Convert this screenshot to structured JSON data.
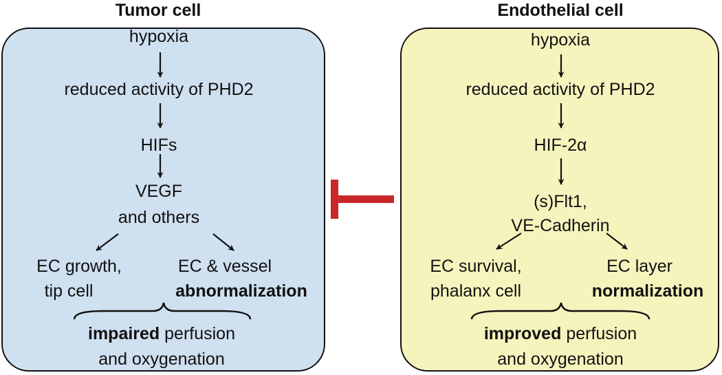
{
  "left": {
    "title": "Tumor cell",
    "color": "#cfe0f0",
    "step1": "hypoxia",
    "step2": "reduced activity of PHD2",
    "step3": "HIFs",
    "step4_line1": "VEGF",
    "step4_line2": "and others",
    "branch_left_line1": "EC growth,",
    "branch_left_line2": "tip cell",
    "branch_right_line1": "EC & vessel",
    "branch_right_line2": "abnormalization",
    "outcome_bold": "impaired",
    "outcome_rest": " perfusion",
    "outcome_line2": "and oxygenation"
  },
  "right": {
    "title": "Endothelial cell",
    "color": "#f6f4bd",
    "step1": "hypoxia",
    "step2": "reduced activity of PHD2",
    "step3": "HIF-2α",
    "step4_line1": "(s)Flt1,",
    "step4_line2": "VE-Cadherin",
    "branch_left_line1": "EC survival,",
    "branch_left_line2": "phalanx cell",
    "branch_right_line1": "EC layer",
    "branch_right_line2": "normalization",
    "outcome_bold": "improved",
    "outcome_rest": " perfusion",
    "outcome_line2": "and oxygenation"
  },
  "inhibition_color": "#c8282a"
}
